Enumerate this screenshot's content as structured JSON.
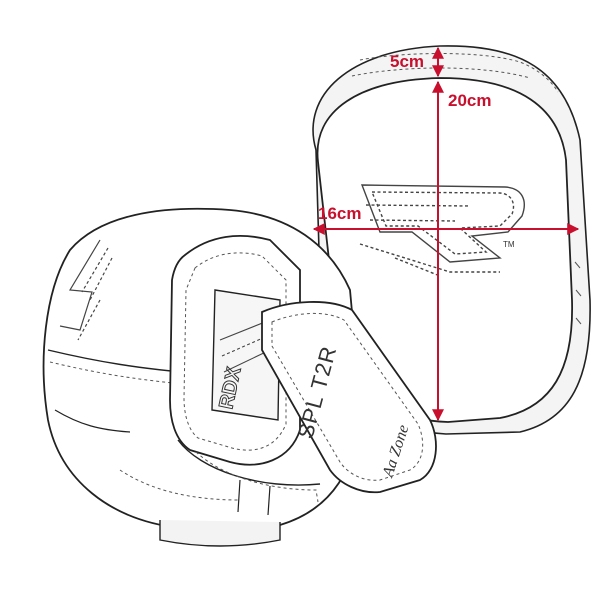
{
  "colors": {
    "dimension": "#c8102e",
    "outline": "#222222",
    "stitch": "#555555",
    "fill": "#ffffff",
    "shade": "#f1f1f1"
  },
  "dimensions": {
    "depth": "5cm",
    "height": "20cm",
    "width": "16cm"
  },
  "strap": {
    "model": "SPL T2R",
    "brand": "RDX",
    "signature": "Aa Zone"
  },
  "logo": {
    "trademark": "TM"
  }
}
